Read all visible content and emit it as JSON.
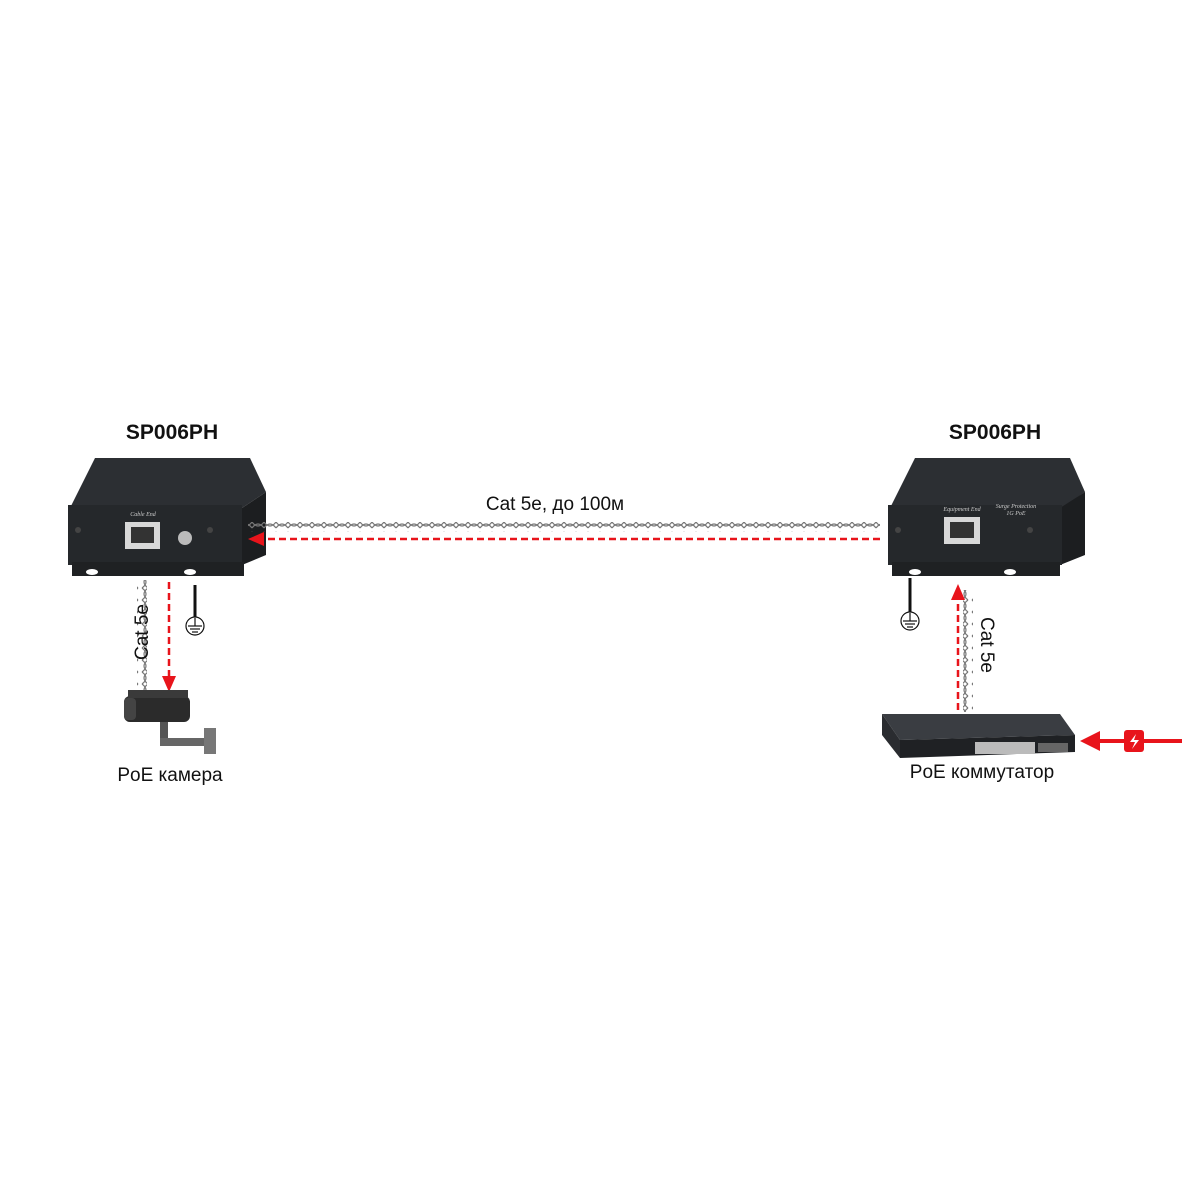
{
  "left_unit": {
    "title": "SP006PH",
    "port_label": "Cable End"
  },
  "right_unit": {
    "title": "SP006PH",
    "port_label": "Equipment End",
    "side_label_1": "Surge Protection",
    "side_label_2": "1G PoE"
  },
  "trunk_cable_label": "Cat 5e, до 100м",
  "left_drop_cable_label": "Cat 5e",
  "right_drop_cable_label": "Cat 5e",
  "camera_label": "PoE камера",
  "switch_label": "PoE коммутатор",
  "colors": {
    "arrow": "#e8141b",
    "device": "#2a2d30",
    "cable": "#888888"
  }
}
